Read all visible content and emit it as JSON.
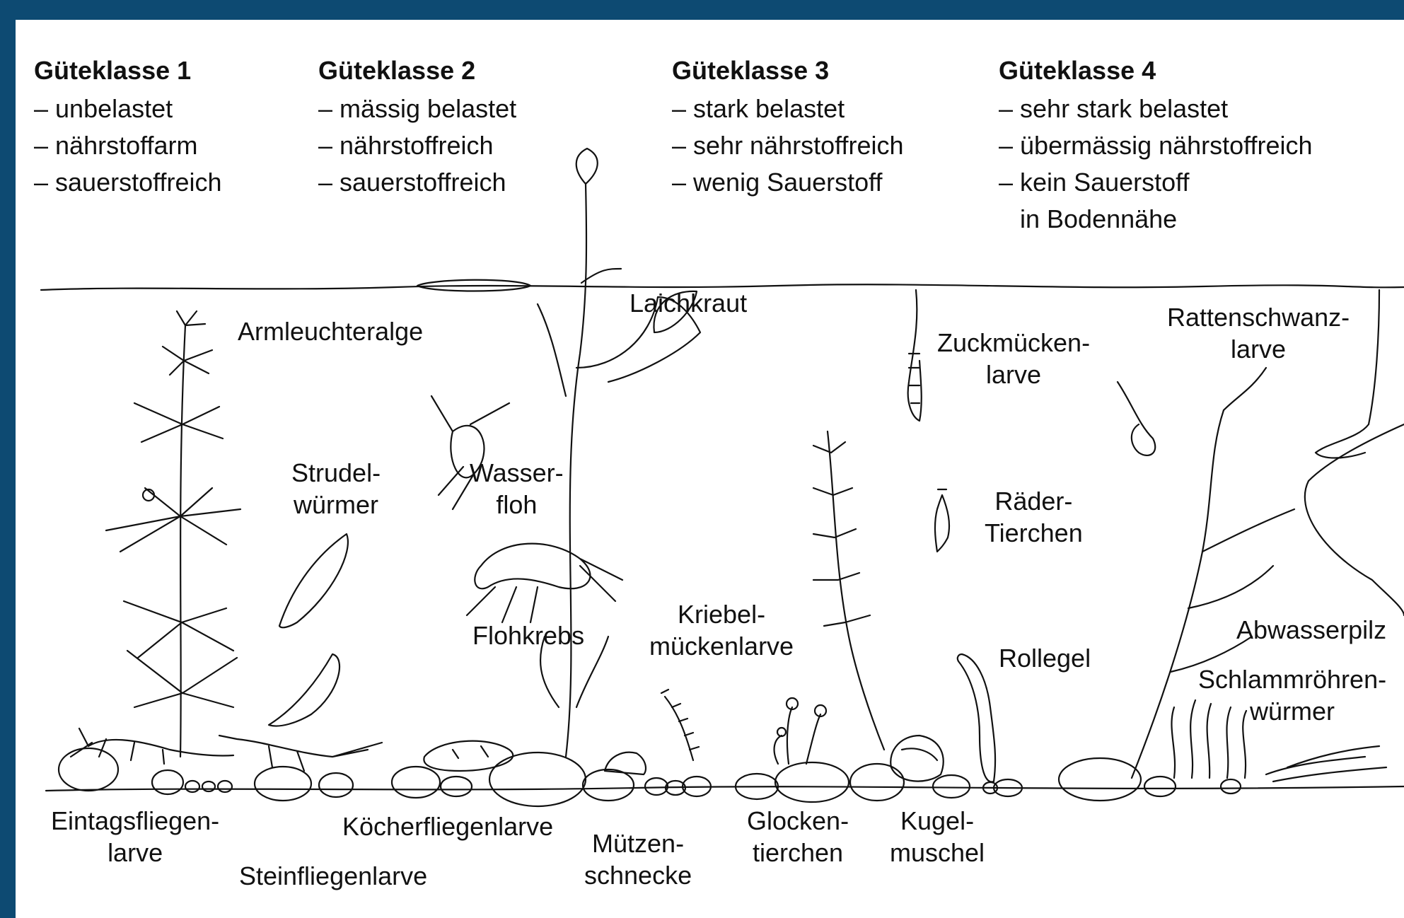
{
  "classes": [
    {
      "title": "Güteklasse 1",
      "lines": [
        "– unbelastet",
        "– nährstoffarm",
        "– sauerstoffreich"
      ]
    },
    {
      "title": "Güteklasse 2",
      "lines": [
        "– mässig belastet",
        "– nährstoffreich",
        "– sauerstoffreich"
      ]
    },
    {
      "title": "Güteklasse 3",
      "lines": [
        "– stark belastet",
        "– sehr nährstoffreich",
        "– wenig Sauerstoff"
      ]
    },
    {
      "title": "Güteklasse 4",
      "lines": [
        "– sehr stark belastet",
        "– übermässig nährstoffreich",
        "– kein Sauerstoff",
        "in Bodennähe"
      ]
    }
  ],
  "labels": {
    "armleuchteralge": [
      "Armleuchteralge"
    ],
    "laichkraut": [
      "Laichkraut"
    ],
    "zuckmueckenlarve": [
      "Zuckmücken-",
      "larve"
    ],
    "rattenschwanzlarve": [
      "Rattenschwanz-",
      "larve"
    ],
    "strudelwuermer": [
      "Strudel-",
      "würmer"
    ],
    "wasserfloh": [
      "Wasser-",
      "floh"
    ],
    "raedertierchen": [
      "Räder-",
      "Tierchen"
    ],
    "flohkrebs": [
      "Flohkrebs"
    ],
    "kriebelmueckenlarve": [
      "Kriebel-",
      "mückenlarve"
    ],
    "rollegel": [
      "Rollegel"
    ],
    "abwasserpilz": [
      "Abwasserpilz"
    ],
    "schlammroehrenwuermer": [
      "Schlammröhren-",
      "würmer"
    ],
    "eintagsfliegenlarve": [
      "Eintagsfliegen-",
      "larve"
    ],
    "steinfliegenlarve": [
      "Steinfliegenlarve"
    ],
    "koecherfliegenlarve": [
      "Köcherfliegenlarve"
    ],
    "muetzenschnecke": [
      "Mützen-",
      "schnecke"
    ],
    "glockentierchen": [
      "Glocken-",
      "tierchen"
    ],
    "kugelmuschel": [
      "Kugel-",
      "muschel"
    ]
  },
  "colors": {
    "frame": "#0d4a72",
    "ink": "#111111",
    "paper": "#ffffff"
  }
}
